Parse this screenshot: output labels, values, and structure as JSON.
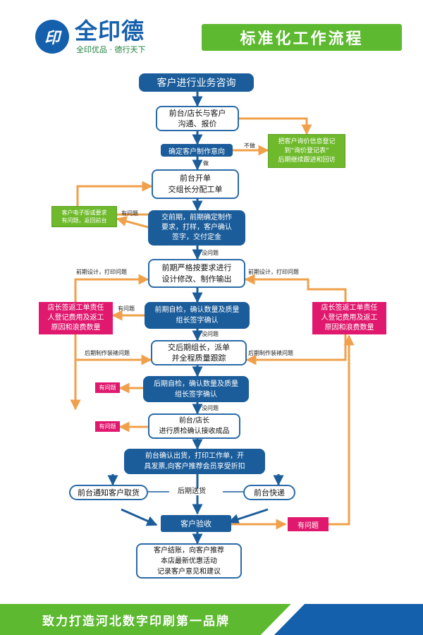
{
  "header": {
    "logo_mark": "印",
    "logo_name": "全印德",
    "logo_slogan": "全印优品 · 德行天下",
    "title": "标准化工作流程"
  },
  "nodes": {
    "consult": "客户进行业务咨询",
    "communicate": "前台/店长与客户\n沟通、报价",
    "confirm_intent": "确定客户制作意向",
    "record_quote": "把客户询价信息登记\n到“询价登记表”\n后期继续跟进和回访",
    "open_order": "前台开单\n交组长分配工单",
    "return_front": "客户电子版或要求\n有问题，返回前台",
    "pre_production": "交前期，前期确定制作\n要求，打样，客户确认\n签字，交付定金",
    "design_output": "前期严格按要求进行\n设计修改、制作输出",
    "manager_left": "店长签返工单责任\n人登记费用及返工\n原因和浪费数量",
    "manager_right": "店长签返工单责任\n人登记费用及返工\n原因和浪费数量",
    "pre_check": "前期自检，确认数量及质量\n组长签字确认",
    "post_dispatch": "交后期组长，派单\n并全程质量跟踪",
    "post_check": "后期自检，确认数量及质量\n组长签字确认",
    "front_accept": "前台/店长\n进行质检确认接收成品",
    "ship": "前台确认出货，打印工作单，开\n具发票,向客户推荐会员享受折扣",
    "notify_pickup": "前台通知客户取货",
    "express": "前台快递",
    "inspect": "客户验收",
    "problem_a": "有问题",
    "problem_b": "有问题",
    "problem_c": "有问题",
    "settle": "客户结账，向客户推荐\n本店最新优惠活动\n记录客户意见和建议"
  },
  "edge_labels": {
    "not_done": "不做",
    "do": "做",
    "has_problem_1": "有问题",
    "no_problem_1": "没问题",
    "pre_design_print_left": "前期设计，打印问题",
    "pre_design_print_right": "前期设计，打印问题",
    "has_problem_2": "有问题",
    "no_problem_2": "没问题",
    "post_binding_left": "后期制作装裱问题",
    "post_binding_right": "后期制作装裱问题",
    "no_problem_3": "没问题",
    "post_delivery": "后期送货"
  },
  "footer": {
    "slogan": "致力打造河北数字印刷第一品牌"
  },
  "colors": {
    "brand_blue": "#1560ad",
    "node_blue": "#1b5d9b",
    "green": "#5db930",
    "pink": "#e0196f",
    "orange": "#f0a04b"
  }
}
